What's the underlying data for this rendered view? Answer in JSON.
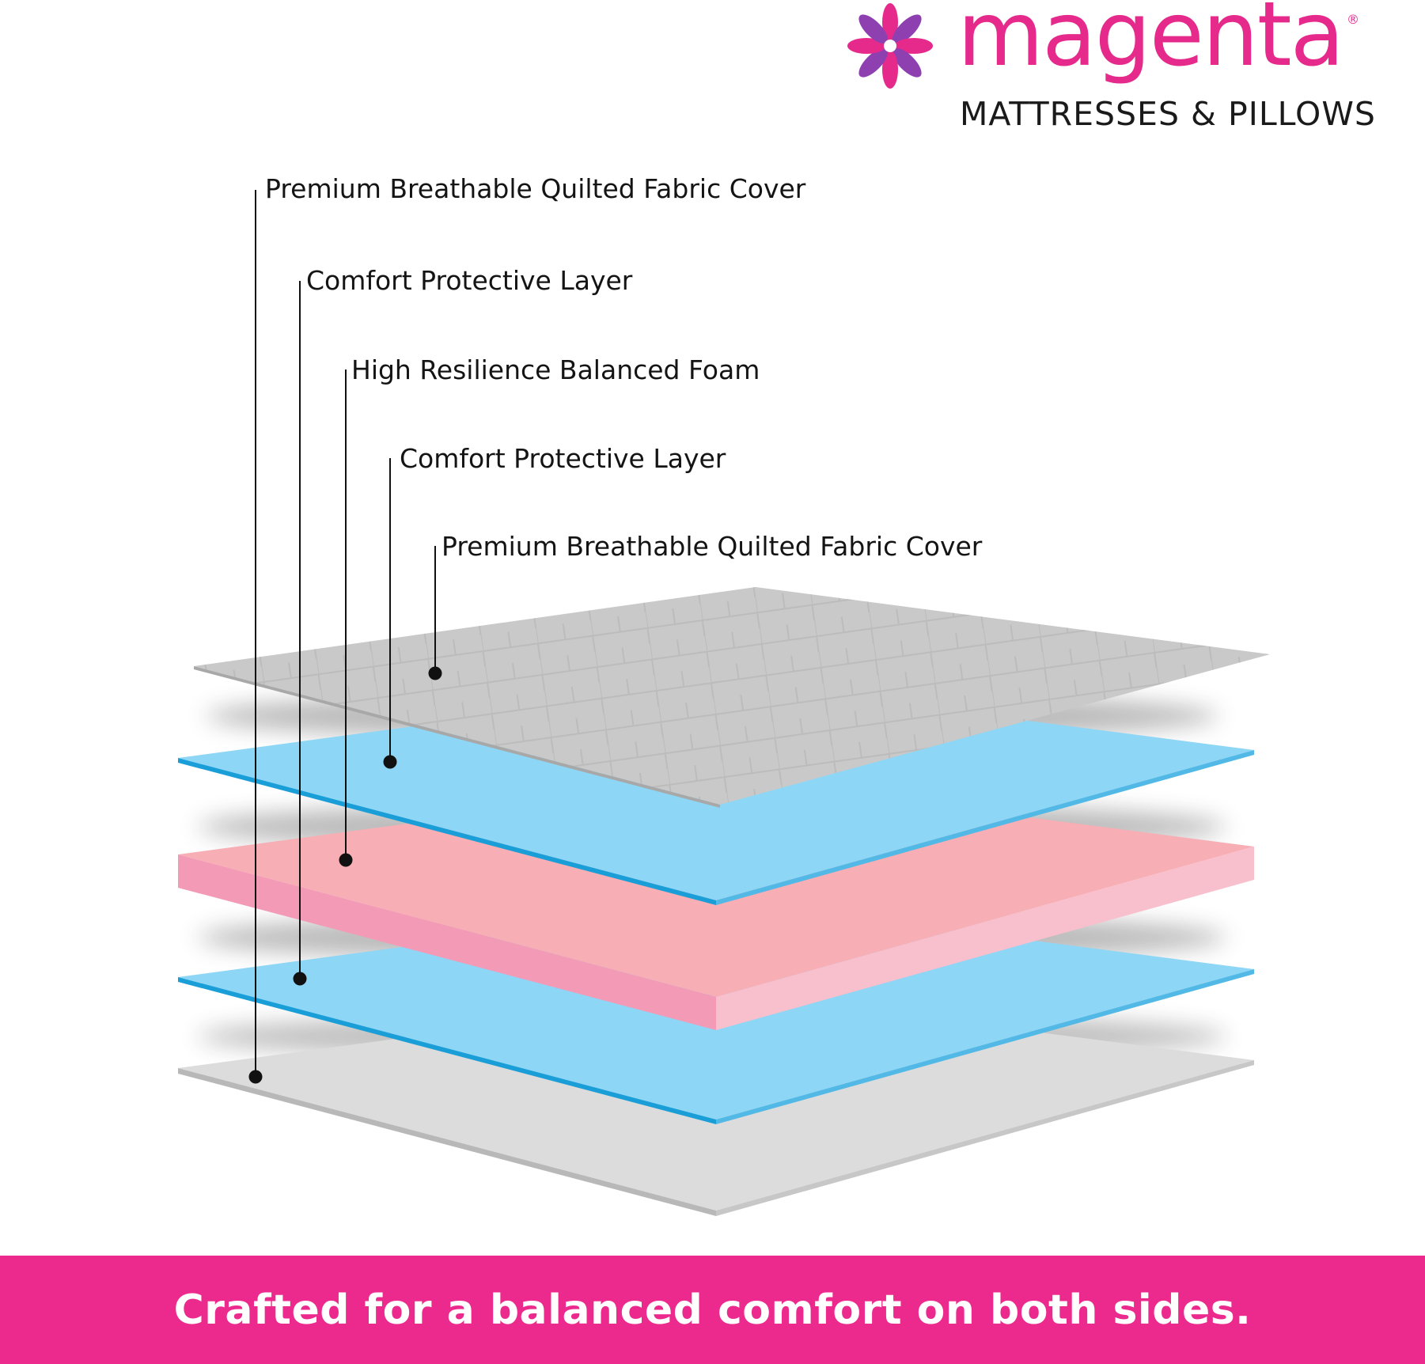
{
  "brand": {
    "name": "magenta",
    "registered_mark": "®",
    "tagline": "MATTRESSES & PILLOWS",
    "logo_icon": "flower-icon",
    "color": "#e62a8c"
  },
  "layers": [
    {
      "label": "Premium Breathable Quilted Fabric Cover",
      "color": "#c9c9c9"
    },
    {
      "label": "Comfort Protective Layer",
      "color": "#8ed6f5"
    },
    {
      "label": "High Resilience Balanced Foam",
      "color": "#f7aeb4"
    },
    {
      "label": "Comfort Protective Layer",
      "color": "#8ed6f5"
    },
    {
      "label": "Premium Breathable Quilted Fabric Cover",
      "color": "#c9c9c9"
    }
  ],
  "footer": {
    "text": "Crafted for a balanced comfort on both sides.",
    "bg_color": "#ec2a8e"
  }
}
